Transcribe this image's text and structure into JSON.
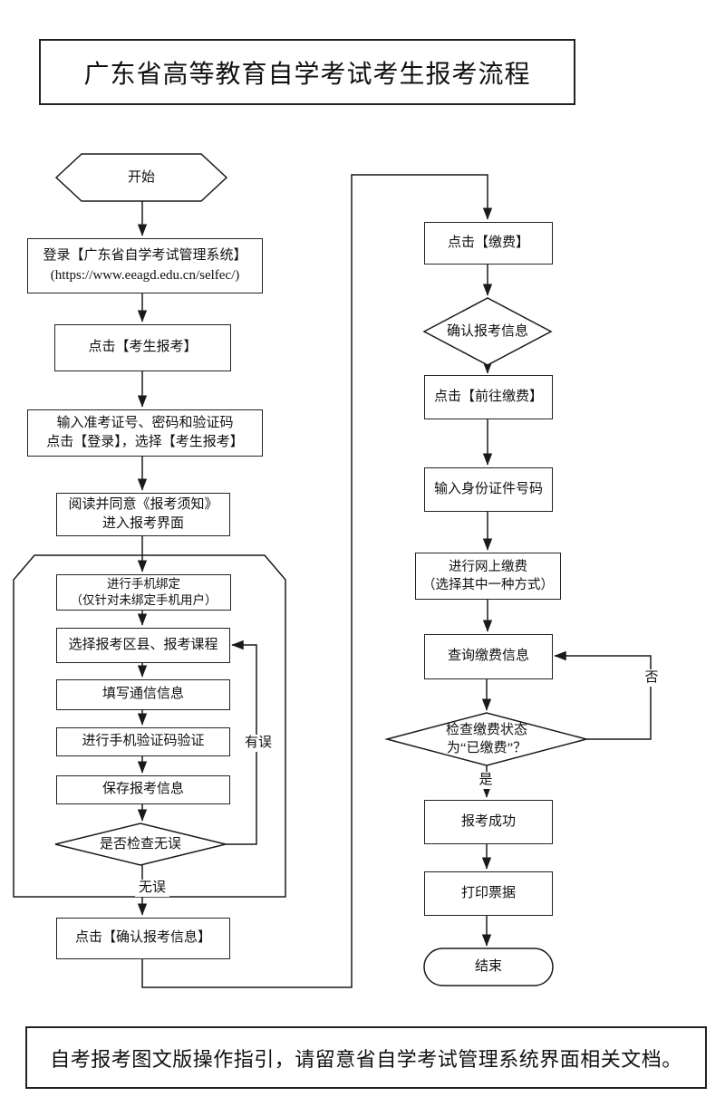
{
  "title": "广东省高等教育自学考试考生报考流程",
  "footer": "自考报考图文版操作指引，请留意省自学考试管理系统界面相关文档。",
  "nodes": {
    "start": "开始",
    "login": "登录【广东省自学考试管理系统】\n(https://www.eeagd.edu.cn/selfec/)",
    "click_register": "点击【考生报考】",
    "input_credentials": "输入准考证号、密码和验证码\n点击【登录】，选择【考生报考】",
    "read_notice": "阅读并同意《报考须知》\n进入报考界面",
    "bind_phone": "进行手机绑定\n（仅针对未绑定手机用户）",
    "select_course": "选择报考区县、报考课程",
    "fill_contact": "填写通信信息",
    "verify_phone": "进行手机验证码验证",
    "save_info": "保存报考信息",
    "check_decision": "是否检查无误",
    "confirm_info": "点击【确认报考信息】",
    "click_pay": "点击【缴费】",
    "confirm_decision": "确认报考信息",
    "goto_pay": "点击【前往缴费】",
    "input_id": "输入身份证件号码",
    "online_pay": "进行网上缴费\n（选择其中一种方式）",
    "query_pay": "查询缴费信息",
    "status_decision": "检查缴费状态\n为“已缴费”？",
    "success": "报考成功",
    "print": "打印票据",
    "end": "结束"
  },
  "labels": {
    "wrong": "有误",
    "correct": "无误",
    "no": "否",
    "yes": "是"
  },
  "colors": {
    "line": "#1a1a1a",
    "border": "#222222",
    "background": "#ffffff"
  }
}
